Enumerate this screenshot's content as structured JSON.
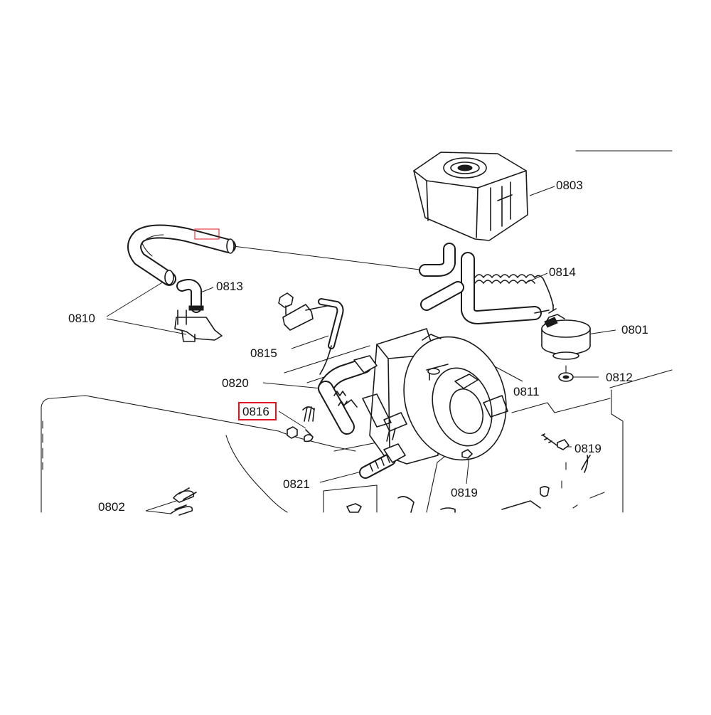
{
  "colors": {
    "line": "#1a1a1a",
    "highlight": "#e0141e",
    "background": "#ffffff"
  },
  "parts": {
    "p0803": "0803",
    "p0814": "0814",
    "p0801": "0801",
    "p0812": "0812",
    "p0813": "0813",
    "p0810": "0810",
    "p0815": "0815",
    "p0820": "0820",
    "p0811": "0811",
    "p0816": "0816",
    "p0819a": "0819",
    "p0819b": "0819",
    "p0821": "0821",
    "p0802": "0802"
  },
  "highlighted_part": "0816"
}
